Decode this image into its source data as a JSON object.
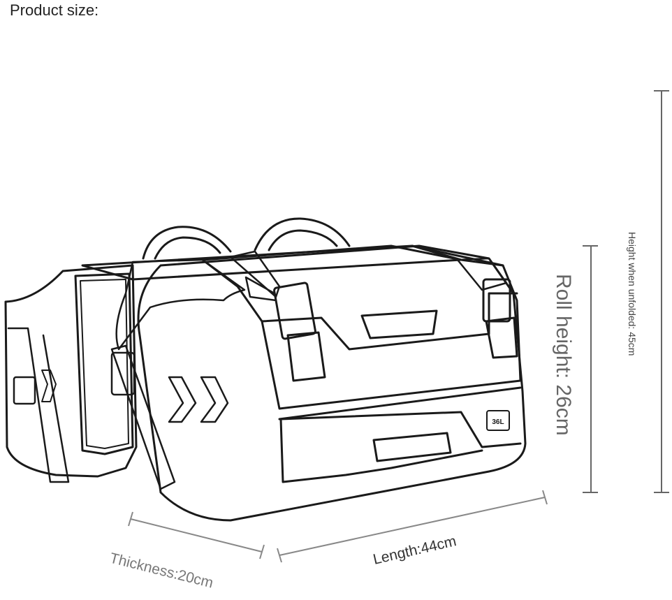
{
  "title": "Product size:",
  "dimensions": {
    "height_unfolded": "Height when unfolded: 45cm",
    "roll_height": "Roll height: 26cm",
    "length": "Length:44cm",
    "thickness": "Thickness:20cm"
  },
  "badge_text": "36L",
  "colors": {
    "line": "#1a1a1a",
    "dimension_line": "#777777",
    "text": "#222222"
  }
}
